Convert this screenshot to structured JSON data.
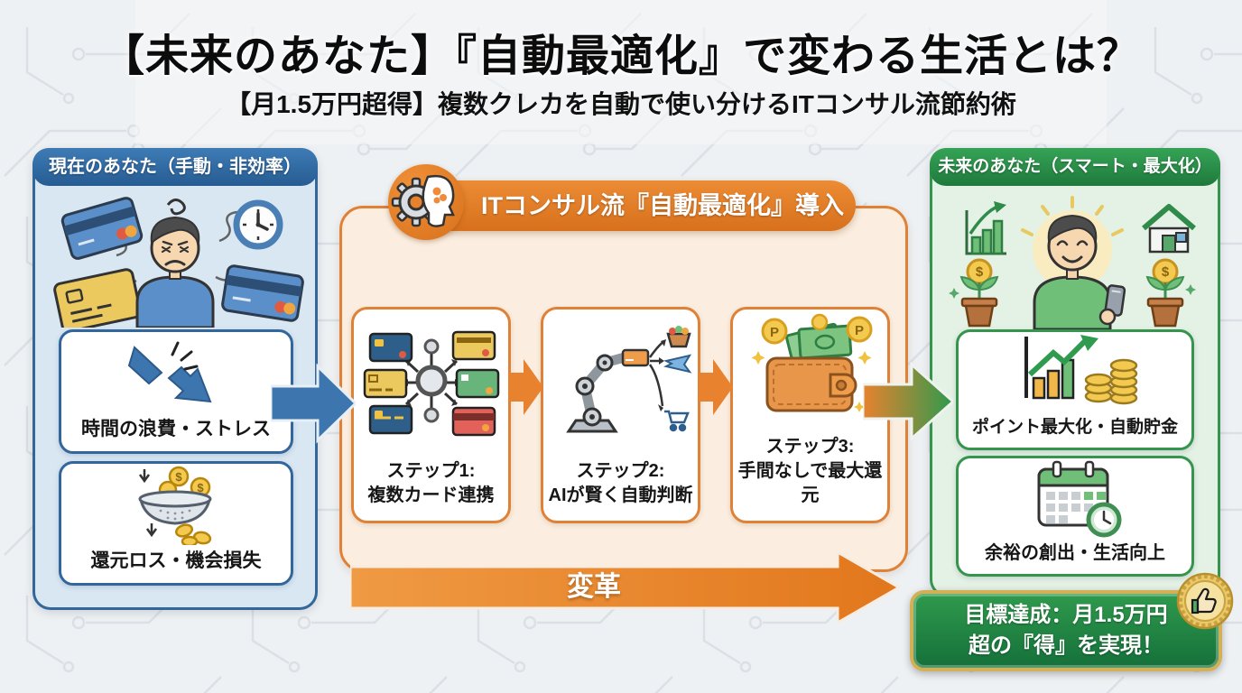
{
  "page": {
    "title": "【未来のあなた】『自動最適化』で変わる生活とは？",
    "subtitle": "【月1.5万円超得】複数クレカを自動で使い分けるITコンサル流節約術"
  },
  "palette": {
    "blue_accent": "#33679c",
    "orange_accent": "#df8136",
    "green_accent": "#2f9a4d",
    "gold_accent": "#d2b056"
  },
  "current_panel": {
    "header": "現在のあなた（手動・非効率）",
    "illustration_icon": "stressed-person-cards-clock-illustration",
    "items": [
      {
        "icon": "broken-arrow-icon",
        "label": "時間の浪費・ストレス"
      },
      {
        "icon": "coins-sieve-icon",
        "label": "還元ロス・機会損失"
      }
    ]
  },
  "process_panel": {
    "header": "ITコンサル流『自動最適化』導入",
    "header_icon": "gear-head-icon",
    "steps": [
      {
        "icon": "multi-card-hub-icon",
        "title": "ステップ1:",
        "caption": "複数カード連携"
      },
      {
        "icon": "robot-arm-choice-icon",
        "title": "ステップ2:",
        "caption": "AIが賢く自動判断"
      },
      {
        "icon": "wallet-cashback-icon",
        "title": "ステップ3:",
        "caption": "手間なしで最大還元"
      }
    ],
    "transform_arrow_label": "変革"
  },
  "future_panel": {
    "header": "未来のあなた（スマート・最大化）",
    "illustration_icon": "happy-person-phone-growth-illustration",
    "items": [
      {
        "icon": "growth-chart-coins-icon",
        "label": "ポイント最大化・自動貯金"
      },
      {
        "icon": "calendar-clock-icon",
        "label": "余裕の創出・生活向上"
      }
    ],
    "goal_banner": {
      "line1": "目標達成：月1.5万円",
      "line2": "超の『得』を実現！",
      "badge_icon": "thumbs-up-badge-icon"
    }
  }
}
